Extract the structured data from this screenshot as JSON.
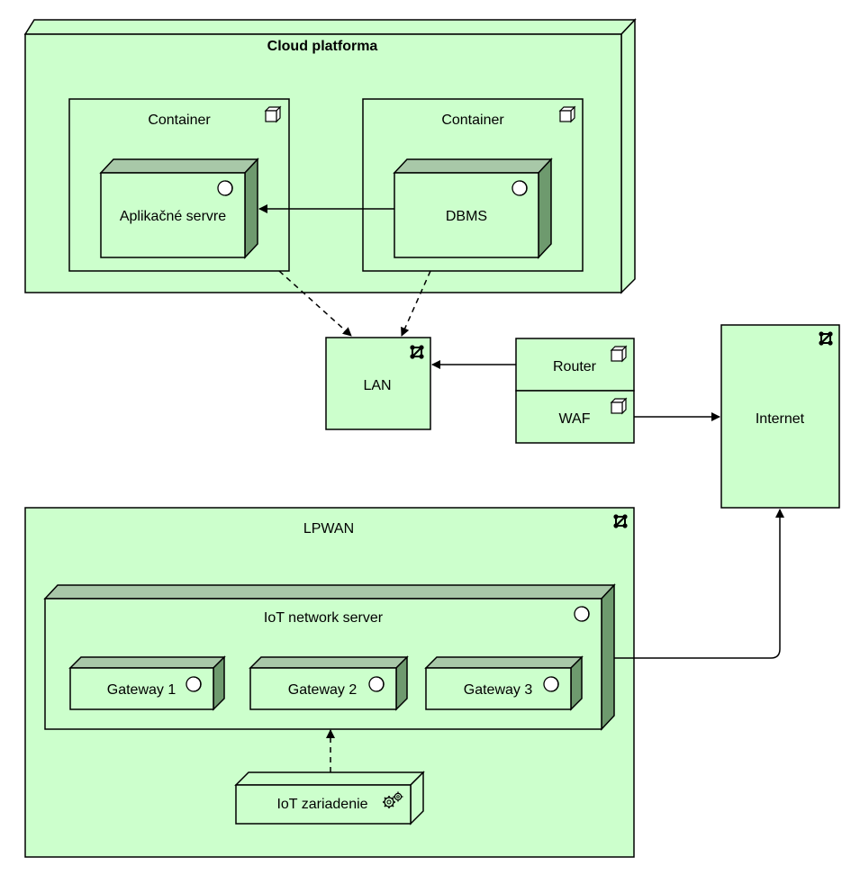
{
  "colors": {
    "fill_light": "#ccffcc",
    "fill_top": "#a8c8a8",
    "fill_side": "#6e9a6e",
    "stroke": "#000000"
  },
  "cloud": {
    "title": "Cloud platforma"
  },
  "containers": [
    {
      "label": "Container",
      "icon": "artifact-cube-icon"
    },
    {
      "label": "Container",
      "icon": "artifact-cube-icon"
    }
  ],
  "app_server": {
    "label": "Aplikačné servre",
    "icon": "component-interface-icon"
  },
  "dbms": {
    "label": "DBMS",
    "icon": "component-interface-icon"
  },
  "lan": {
    "label": "LAN",
    "icon": "network-icon"
  },
  "router": {
    "label": "Router",
    "icon": "artifact-cube-icon"
  },
  "waf": {
    "label": "WAF",
    "icon": "artifact-cube-icon"
  },
  "internet": {
    "label": "Internet",
    "icon": "network-icon"
  },
  "lpwan": {
    "label": "LPWAN",
    "icon": "network-icon"
  },
  "iot_server": {
    "label": "IoT network server",
    "icon": "component-interface-icon"
  },
  "gateways": [
    {
      "label": "Gateway 1"
    },
    {
      "label": "Gateway 2"
    },
    {
      "label": "Gateway 3"
    }
  ],
  "iot_device": {
    "label": "IoT zariadenie",
    "icon": "gears-icon"
  }
}
